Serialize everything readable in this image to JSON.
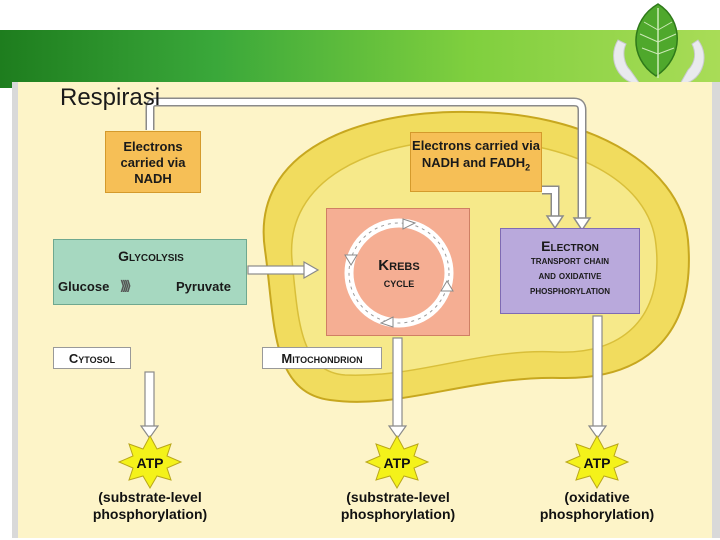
{
  "slide": {
    "title": "Respirasi"
  },
  "labels": {
    "electrons_nadh": "Electrons carried via NADH",
    "electrons_nadh_fadh": "Electrons carried via NADH and FADH",
    "fadh_subscript": "2",
    "glycolysis": "Glycolysis",
    "glucose": "Glucose",
    "pyruvate": "Pyruvate",
    "krebs_line1": "Krebs",
    "krebs_line2": "cycle",
    "etc_line1": "Electron",
    "etc_line2": "transport chain",
    "etc_line3": "and oxidative",
    "etc_line4": "phosphorylation",
    "cytosol": "Cytosol",
    "mitochondrion": "Mitochondrion"
  },
  "atp": [
    {
      "label": "ATP",
      "caption_line1": "(substrate-level",
      "caption_line2": "phosphorylation)"
    },
    {
      "label": "ATP",
      "caption_line1": "(substrate-level",
      "caption_line2": "phosphorylation)"
    },
    {
      "label": "ATP",
      "caption_line1": "(oxidative",
      "caption_line2": "phosphorylation)"
    }
  ],
  "colors": {
    "mitochondrion_fill": "#f1dc5e",
    "mitochondrion_inner": "#f6e98a",
    "orange_box": "#f6bf56",
    "glycolysis_box": "#a6d8c0",
    "krebs_box": "#f5ae93",
    "etc_box": "#b9a9dc",
    "starburst": "#f4f21a",
    "frame_bg": "#fdf4c8"
  }
}
